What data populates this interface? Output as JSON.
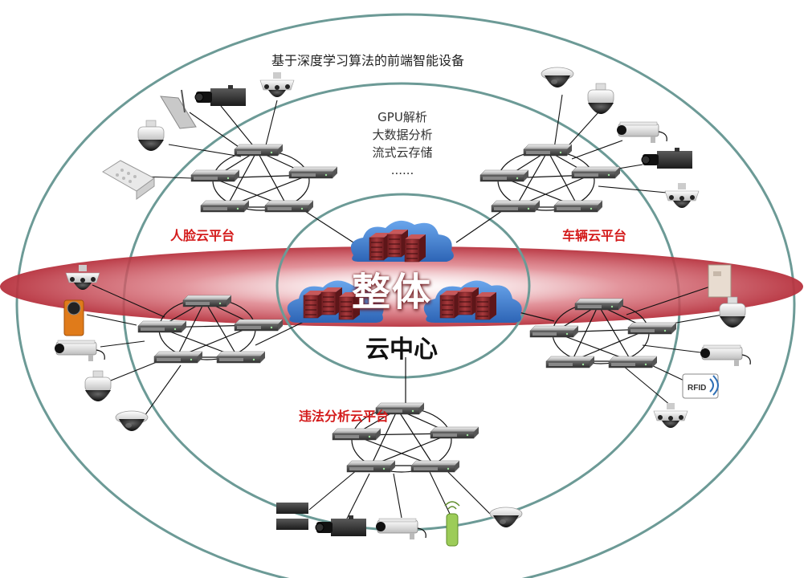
{
  "labels": {
    "outer_ring": "基于深度学习算法的前端智能设备",
    "middle_ring": [
      "GPU解析",
      "大数据分析",
      "流式云存储",
      "......"
    ],
    "center_main": "整体",
    "center_sub": "云中心",
    "platforms": {
      "face": "人脸云平台",
      "vehicle": "车辆云平台",
      "violation": "违法分析云平台"
    },
    "rfid_tag": "RFID"
  },
  "colors": {
    "ring_stroke": "#6c9a96",
    "highlight_band": "#c9434f",
    "platform_text": "#d41c1c",
    "server_body": "#8f2b2e",
    "cloud": "#3f7fd0"
  },
  "icons": [
    "dome-camera-icon",
    "box-camera-icon",
    "bullet-camera-icon",
    "ptz-camera-icon",
    "panoramic-camera-icon",
    "radar-antenna-icon",
    "led-flash-icon",
    "rfid-reader-icon",
    "wifi-probe-icon",
    "access-box-icon",
    "rack-server-icon",
    "cloud-server-icon"
  ]
}
